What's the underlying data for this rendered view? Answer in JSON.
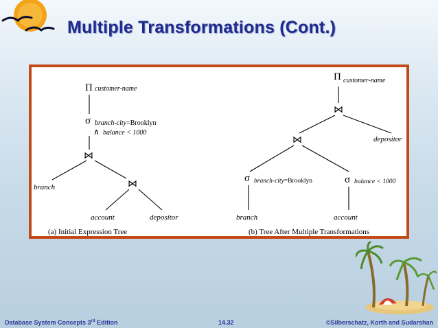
{
  "slide": {
    "title": "Multiple Transformations (Cont.)"
  },
  "figure_a": {
    "caption": "(a) Initial Expression Tree",
    "project_symbol": "Π",
    "project_attr": "customer-name",
    "select_symbol": "σ",
    "cond1_attr": "branch-city",
    "cond1_value": "=Brooklyn",
    "and_symbol": "∧",
    "cond2": "balance < 1000",
    "join_symbol": "⋈",
    "branch": "branch",
    "account": "account",
    "depositor": "depositor"
  },
  "figure_b": {
    "caption": "(b) Tree After Multiple Transformations",
    "project_symbol": "Π",
    "project_attr": "customer-name",
    "join_symbol": "⋈",
    "select_symbol": "σ",
    "cond1_attr": "branch-city",
    "cond1_value": "=Brooklyn",
    "cond2": "balance < 1000",
    "branch": "branch",
    "account": "account",
    "depositor": "depositor"
  },
  "footer": {
    "left_text": "Database System Concepts 3",
    "left_sup": "rd",
    "left_suffix": " Edition",
    "page": "14.32",
    "copyright": "©Silberschatz, Korth and Sudarshan"
  },
  "colors": {
    "title": "#1e2a8c",
    "figure_border": "#c24a18",
    "footer_text": "#2b3a9a"
  }
}
